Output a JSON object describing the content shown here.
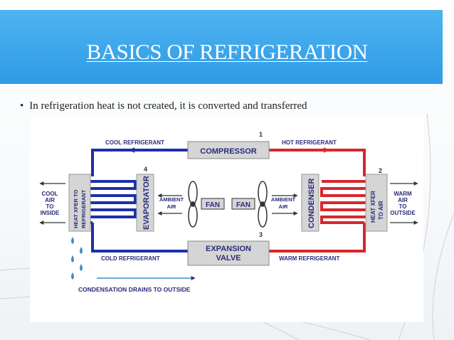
{
  "slide": {
    "title": "BASICS OF REFRIGERATION",
    "bullet": "In refrigeration heat is not created, it is converted and transferred"
  },
  "diagram": {
    "numbers": [
      "1",
      "2",
      "3",
      "4"
    ],
    "compressor": "COMPRESSOR",
    "expansion_valve": [
      "EXPANSION",
      "VALVE"
    ],
    "cool_refrigerant": "COOL REFRIGERANT",
    "hot_refrigerant": "HOT REFRIGERANT",
    "cold_refrigerant": "COLD REFRIGERANT",
    "warm_refrigerant": "WARM REFRIGERANT",
    "evaporator": "EVAPORATOR",
    "condenser": "CONDENSER",
    "heat_xfer_left": [
      "HEAT XFER TO",
      "REFRIGERANT"
    ],
    "heat_xfer_right": [
      "HEAT XFER",
      "TO AIR"
    ],
    "cool_air_inside": [
      "COOL",
      "AIR",
      "TO",
      "INSIDE"
    ],
    "warm_air_outside": [
      "WARM",
      "AIR",
      "TO",
      "OUTSIDE"
    ],
    "ambient_air_left": [
      "AMBIENT",
      "AIR"
    ],
    "ambient_air_right": [
      "AMBIENT",
      "AIR"
    ],
    "fan_left": "FAN",
    "fan_right": "FAN",
    "condensation": "CONDENSATION DRAINS TO OUTSIDE",
    "colors": {
      "cold_pipe": "#1d2fa8",
      "hot_pipe": "#d8262c",
      "label": "#2b2b7a",
      "box": "#d5d5d5",
      "water": "#3a8fc9"
    }
  }
}
